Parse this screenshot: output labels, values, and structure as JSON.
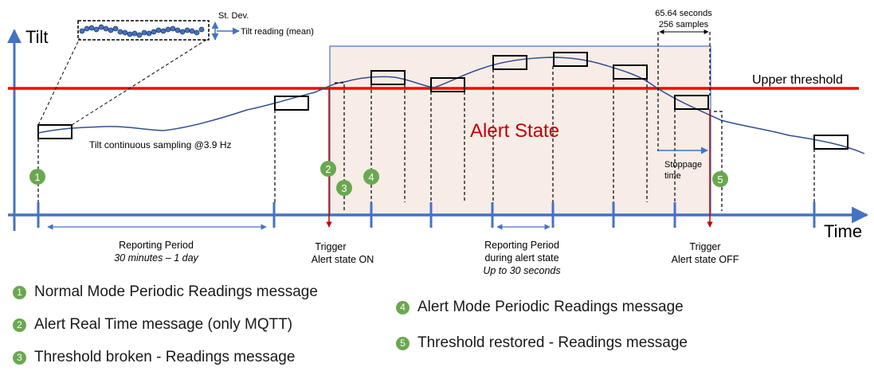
{
  "colors": {
    "axis": "#4472c4",
    "threshold": "#ff0000",
    "alert_box_fill": "#f7ece6",
    "alert_box_border": "#4472c4",
    "curve": "#2f4f8f",
    "marker_green": "#6aa84f",
    "trigger_line": "#c00000",
    "alert_text": "#c00000"
  },
  "axes": {
    "y_label": "Tilt",
    "x_label": "Time"
  },
  "inset": {
    "std_dev": "St. Dev.",
    "mean": "Tilt reading (mean)"
  },
  "annotations": {
    "threshold": "Upper threshold",
    "alert_state": "Alert State",
    "sampling": "Tilt continuous sampling @3.9 Hz",
    "stoppage_seconds": "65.64 seconds",
    "stoppage_samples": "256 samples",
    "stoppage_label_1": "Stoppage",
    "stoppage_label_2": "time"
  },
  "bottom_labels": {
    "reporting_period": "Reporting Period",
    "reporting_period_range": "30 minutes – 1 day",
    "trigger_on_1": "Trigger",
    "trigger_on_2": "Alert state ON",
    "reporting_alert_1": "Reporting Period",
    "reporting_alert_2": "during alert state",
    "reporting_alert_3": "Up to 30 seconds",
    "trigger_off_1": "Trigger",
    "trigger_off_2": "Alert state OFF"
  },
  "markers": [
    "1",
    "2",
    "3",
    "4",
    "5"
  ],
  "legend": [
    {
      "num": "1",
      "text": "Normal Mode Periodic Readings message"
    },
    {
      "num": "2",
      "text": "Alert Real Time message (only MQTT)"
    },
    {
      "num": "3",
      "text": "Threshold broken - Readings message"
    },
    {
      "num": "4",
      "text": "Alert Mode Periodic Readings message"
    },
    {
      "num": "5",
      "text": "Threshold restored - Readings message"
    }
  ]
}
